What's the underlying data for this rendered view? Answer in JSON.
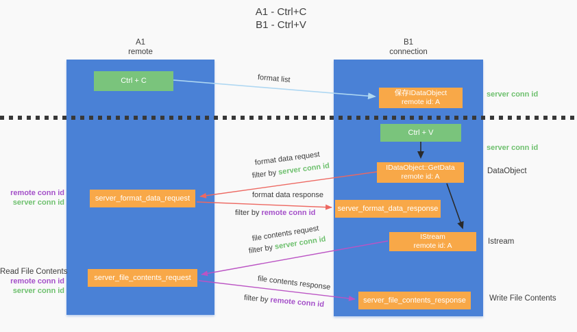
{
  "title": {
    "line1": "A1 - Ctrl+C",
    "line2": "B1 - Ctrl+V"
  },
  "lanes": {
    "left": {
      "title": "A1",
      "subtitle": "remote"
    },
    "right": {
      "title": "B1",
      "subtitle": "connection"
    }
  },
  "nodes": {
    "ctrl_c": {
      "label": "Ctrl + C"
    },
    "ctrl_v": {
      "label": "Ctrl + V"
    },
    "save_dataobject": {
      "line1": "保存IDataObject",
      "line2": "remote id: A"
    },
    "getdata": {
      "line1": "IDataObject::GetData",
      "line2": "remote id: A"
    },
    "istream": {
      "line1": "IStream",
      "line2": "remote id: A"
    },
    "format_request": {
      "label": "server_format_data_request"
    },
    "format_response": {
      "label": "server_format_data_response"
    },
    "file_request": {
      "label": "server_file_contents_request"
    },
    "file_response": {
      "label": "server_file_contents_response"
    }
  },
  "arrow_labels": {
    "format_list": "format list",
    "format_data_request": "format data request",
    "format_data_response": "format data response",
    "file_contents_request": "file contents request",
    "file_contents_response": "file contents response",
    "filter_by": "filter by",
    "server_conn_id": "server conn id",
    "remote_conn_id": "remote conn id"
  },
  "side_labels": {
    "server_conn_id_top": "server conn id",
    "server_conn_id_mid": "server conn id",
    "dataobject": "DataObject",
    "istream": "Istream",
    "write_file_contents": "Write File Contents",
    "read_file_contents": "Read File Contents",
    "left_remote_conn_id_1": "remote conn id",
    "left_server_conn_id_1": "server conn id",
    "left_remote_conn_id_2": "remote conn id",
    "left_server_conn_id_2": "server conn id"
  },
  "colors": {
    "lane_blue": "#4a81d6",
    "node_green": "#7ac47c",
    "node_orange": "#f8a848",
    "arrow_light_blue": "#aed7f2",
    "arrow_red": "#ed6861",
    "arrow_magenta": "#bb54c4",
    "arrow_black": "#2a2a2a",
    "text_green": "#6ec06e",
    "text_purple": "#a44fc9",
    "text_dark": "#3d3d3d",
    "background": "#f9f9f9"
  }
}
